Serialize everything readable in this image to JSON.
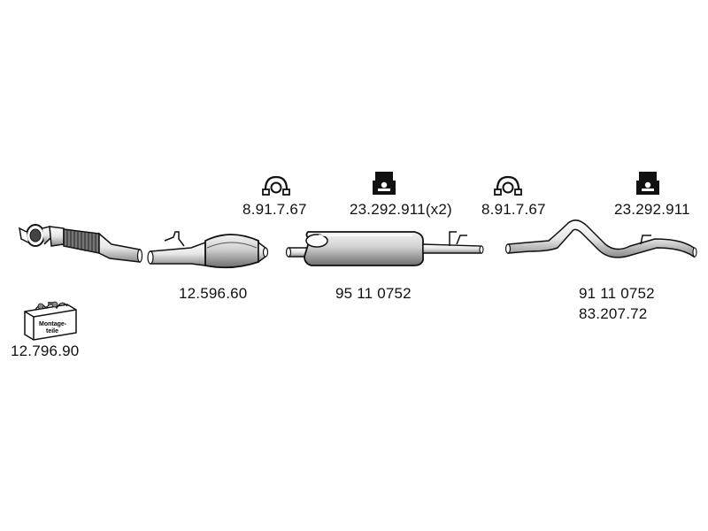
{
  "parts": {
    "front_pipe": {
      "number": ""
    },
    "catalyst": {
      "number": "12.596.60"
    },
    "middle_silencer": {
      "number": "95 11 0752"
    },
    "rear_silencer": {
      "number": "91 11 0752"
    },
    "rear_pipe": {
      "number": "83.207.72"
    },
    "clamp_left": {
      "number": "8.91.7.67"
    },
    "clamp_right": {
      "number": "8.91.7.67"
    },
    "rubber_mount_double": {
      "number": "23.292.911(x2)"
    },
    "rubber_mount_single": {
      "number": "23.292.911"
    },
    "mounting_kit": {
      "number": "12.796.90",
      "box_label_line1": "Montage-",
      "box_label_line2": "teile"
    }
  },
  "colors": {
    "line": "#111111",
    "fill": "#ffffff",
    "shade": "#9a9a9a",
    "dark": "#333333"
  },
  "icons": [
    "clamp-icon",
    "rubber-mount-icon",
    "mounting-kit-box-icon"
  ]
}
